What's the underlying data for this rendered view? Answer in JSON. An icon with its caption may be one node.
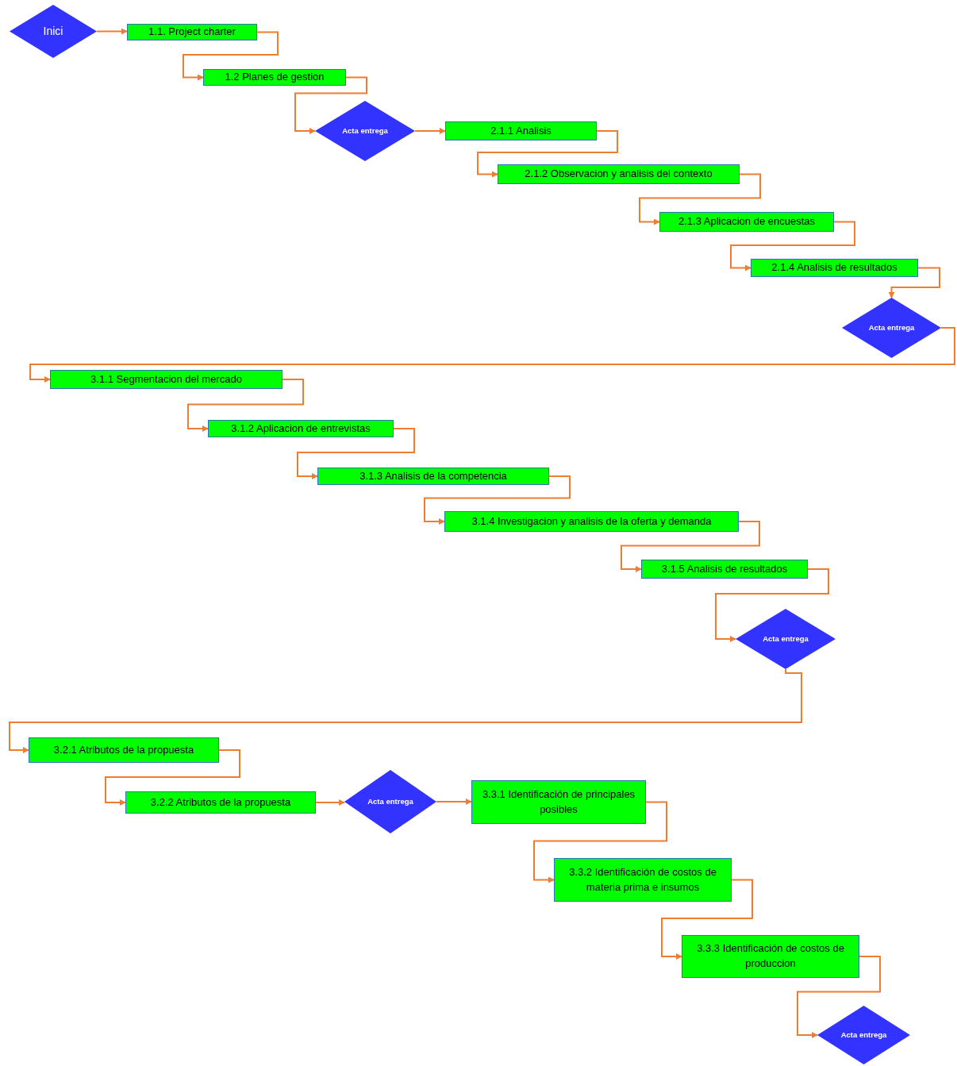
{
  "diagram": {
    "nodes": [
      {
        "text": [
          "Inici"
        ]
      },
      {
        "text": [
          "1.1. Project charter"
        ]
      },
      {
        "text": [
          "1.2 Planes de gestion"
        ]
      },
      {
        "text": [
          "Acta entrega"
        ]
      },
      {
        "text": [
          "2.1.1 Analisis"
        ]
      },
      {
        "text": [
          "2.1.2 Observacion y analisis del contexto"
        ]
      },
      {
        "text": [
          "2.1.3 Aplicacion de encuestas"
        ]
      },
      {
        "text": [
          "2.1.4 Analisis de resultados"
        ]
      },
      {
        "text": [
          "Acta entrega"
        ]
      },
      {
        "text": [
          "3.1.1 Segmentacion del mercado"
        ]
      },
      {
        "text": [
          "3.1.2 Aplicacion de entrevistas"
        ]
      },
      {
        "text": [
          "3.1.3 Analisis de la competencia"
        ]
      },
      {
        "text": [
          "3.1.4 Investigacion y analisis de la oferta y demanda"
        ]
      },
      {
        "text": [
          "3.1.5 Analisis de resultados"
        ]
      },
      {
        "text": [
          "Acta entrega"
        ]
      },
      {
        "text": [
          "3.2.1 Atributos de la propuesta"
        ]
      },
      {
        "text": [
          "3.2.2 Atributos de la propuesta"
        ]
      },
      {
        "text": [
          "Acta entrega"
        ]
      },
      {
        "text": [
          "3.3.1 Identificación de principales posibles"
        ]
      },
      {
        "text": [
          "3.3.2 Identificación de costos de materia prima e insumos"
        ]
      },
      {
        "text": [
          "3.3.3 Identificación de costos de produccion"
        ]
      },
      {
        "text": [
          "Acta entrega"
        ]
      }
    ],
    "edges": [
      {
        "from": 0,
        "to": 1,
        "arrow": "to"
      },
      {
        "from": 1,
        "to": 2,
        "arrow": "to"
      },
      {
        "from": 2,
        "to": 3,
        "arrow": "to"
      },
      {
        "from": 3,
        "to": 4,
        "arrow": "to"
      },
      {
        "from": 4,
        "to": 5,
        "arrow": "to"
      },
      {
        "from": 5,
        "to": 6,
        "arrow": "to"
      },
      {
        "from": 6,
        "to": 7,
        "arrow": "to"
      },
      {
        "from": 7,
        "to": 8,
        "arrow": "to"
      },
      {
        "from": 8,
        "to": 9,
        "arrow": "to"
      },
      {
        "from": 9,
        "to": 10,
        "arrow": "to"
      },
      {
        "from": 10,
        "to": 11,
        "arrow": "to"
      },
      {
        "from": 11,
        "to": 12,
        "arrow": "to"
      },
      {
        "from": 12,
        "to": 13,
        "arrow": "to"
      },
      {
        "from": 13,
        "to": 14,
        "arrow": "to"
      },
      {
        "from": 14,
        "to": 15,
        "arrow": "to"
      },
      {
        "from": 15,
        "to": 16,
        "arrow": "to"
      },
      {
        "from": 16,
        "to": 17,
        "arrow": "to"
      },
      {
        "from": 17,
        "to": 18,
        "arrow": "to"
      },
      {
        "from": 18,
        "to": 19,
        "arrow": "to"
      },
      {
        "from": 19,
        "to": 20,
        "arrow": "to"
      },
      {
        "from": 20,
        "to": 21,
        "arrow": "to"
      }
    ]
  }
}
